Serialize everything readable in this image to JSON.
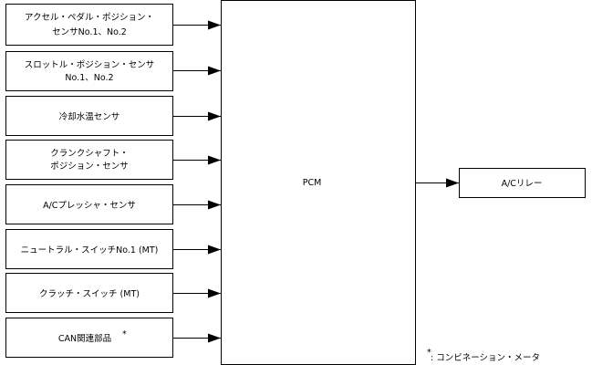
{
  "inputs": [
    {
      "lines": [
        "アクセル・ペダル・ポジション・",
        "センサNo.1、No.2"
      ]
    },
    {
      "lines": [
        "スロットル・ポジション・センサ",
        "No.1、No.2"
      ]
    },
    {
      "lines": [
        "冷却水温センサ"
      ]
    },
    {
      "lines": [
        "クランクシャフト・",
        "ポジション・センサ"
      ]
    },
    {
      "lines": [
        "A/Cプレッシャ・センサ"
      ]
    },
    {
      "lines": [
        "ニュートラル・スイッチNo.1 (MT)"
      ]
    },
    {
      "lines": [
        "クラッチ・スイッチ (MT)"
      ]
    },
    {
      "lines": [
        "CAN関連部品"
      ],
      "mark": "*"
    }
  ],
  "controller": {
    "label": "PCM"
  },
  "output": {
    "label": "A/Cリレー"
  },
  "footnote": {
    "mark": "*",
    "text": ": コンビネーション・メータ"
  }
}
